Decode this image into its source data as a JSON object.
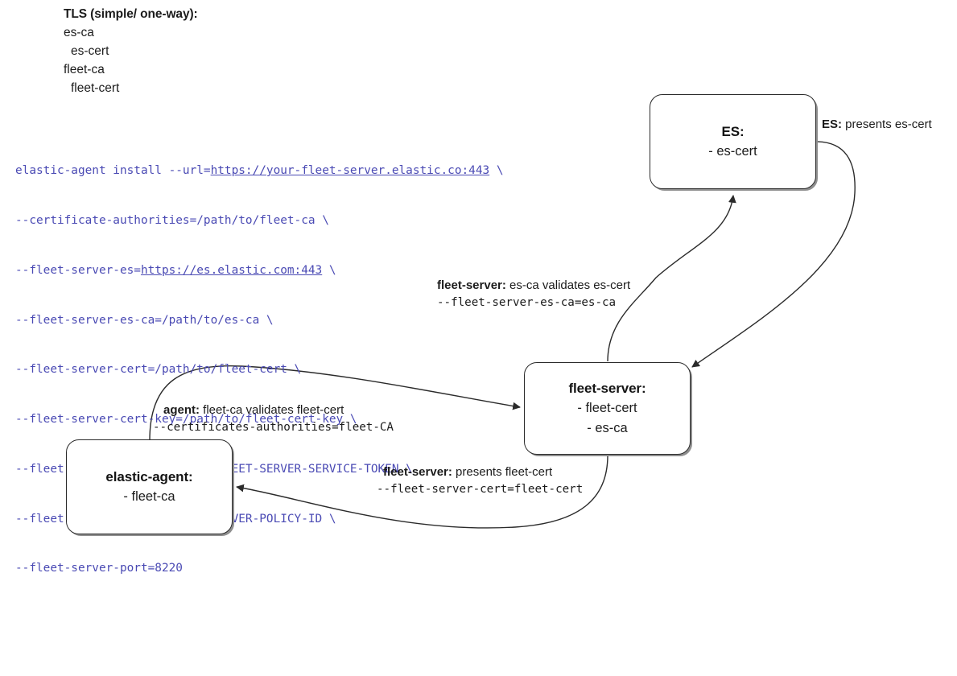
{
  "legend": {
    "title": "TLS (simple/ one-way):",
    "items": [
      {
        "text": "es-ca",
        "indent": 0
      },
      {
        "text": "es-cert",
        "indent": 1
      },
      {
        "text": "fleet-ca",
        "indent": 0
      },
      {
        "text": "fleet-cert",
        "indent": 1
      }
    ]
  },
  "command": {
    "color": "#4a4ab4",
    "lines": [
      {
        "pre": "elastic-agent install --url=",
        "link": "https://your-fleet-server.elastic.co:443",
        "post": " \\"
      },
      {
        "pre": "--certificate-authorities=/path/to/fleet-ca \\",
        "link": "",
        "post": ""
      },
      {
        "pre": "--fleet-server-es=",
        "link": "https://es.elastic.com:443",
        "post": " \\"
      },
      {
        "pre": "--fleet-server-es-ca=/path/to/es-ca \\",
        "link": "",
        "post": ""
      },
      {
        "pre": "--fleet-server-cert=/path/to/fleet-cert \\",
        "link": "",
        "post": ""
      },
      {
        "pre": "--fleet-server-cert-key=/path/to/fleet-cert-key \\",
        "link": "",
        "post": ""
      },
      {
        "pre": "--fleet-server-service-token=FLEET-SERVER-SERVICE-TOKEN \\",
        "link": "",
        "post": ""
      },
      {
        "pre": "--fleet-server-policy=FLEET-SERVER-POLICY-ID \\",
        "link": "",
        "post": ""
      },
      {
        "pre": "--fleet-server-port=8220",
        "link": "",
        "post": ""
      }
    ]
  },
  "nodes": {
    "es": {
      "title": "ES:",
      "line1": "- es-cert",
      "line2": ""
    },
    "fleet_server": {
      "title": "fleet-server:",
      "line1": "- fleet-cert",
      "line2": "- es-ca"
    },
    "elastic_agent": {
      "title": "elastic-agent:",
      "line1": "- fleet-ca",
      "line2": ""
    }
  },
  "edges": {
    "es_presents": {
      "bold": "ES:",
      "text": " presents es-cert",
      "mono": ""
    },
    "fleet_validates": {
      "bold": "fleet-server:",
      "text": " es-ca validates es-cert",
      "mono": "--fleet-server-es-ca=es-ca"
    },
    "agent_validates": {
      "bold": "agent:",
      "text": " fleet-ca validates fleet-cert",
      "mono": "--certificates-authorities=fleet-CA"
    },
    "fleet_presents": {
      "bold": "fleet-server:",
      "text": " presents fleet-cert",
      "mono": "--fleet-server-cert=fleet-cert"
    }
  },
  "colors": {
    "stroke": "#2b2b2b",
    "command_text": "#4a4ab4",
    "background": "#ffffff"
  }
}
